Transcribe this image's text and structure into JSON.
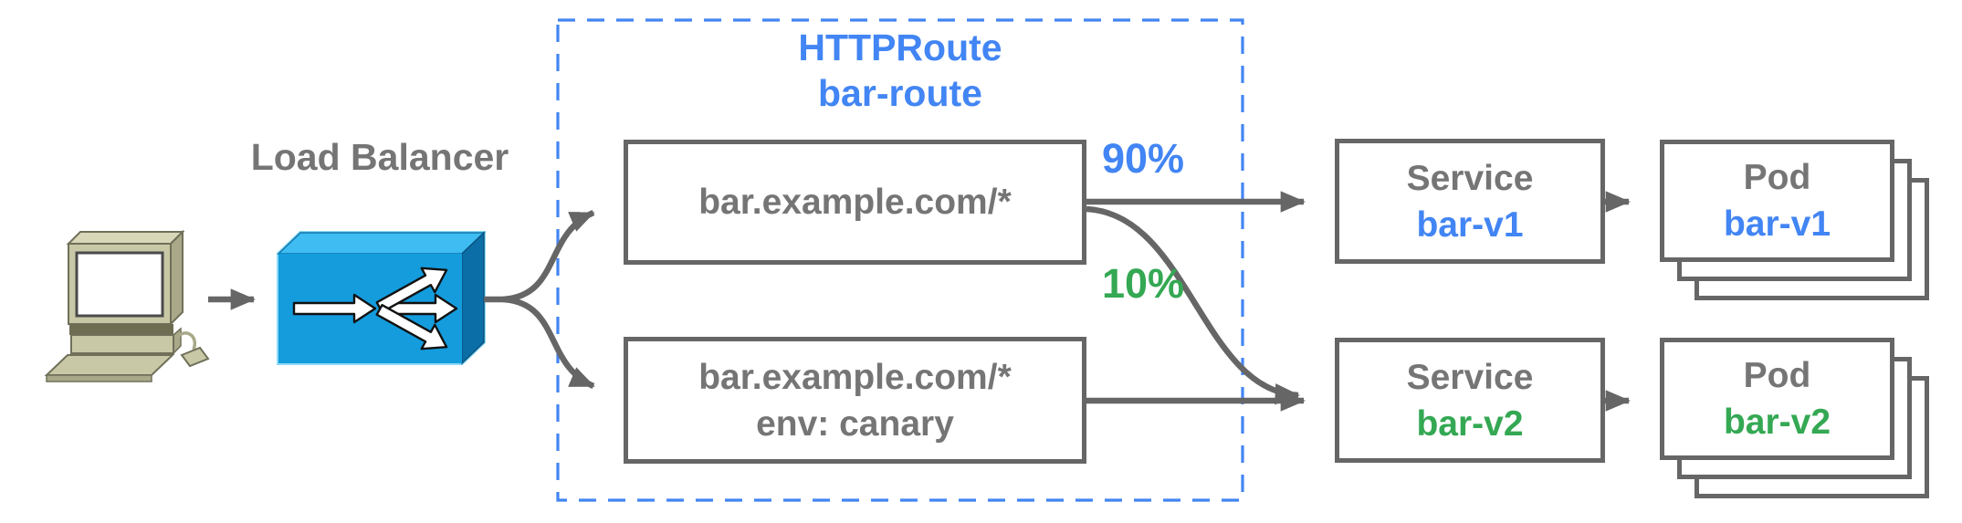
{
  "diagram": {
    "client": {
      "icon": "desktop-computer-icon"
    },
    "load_balancer": {
      "label": "Load Balancer",
      "icon": "load-balancer-fanout-icon"
    },
    "http_route": {
      "kind": "HTTPRoute",
      "name": "bar-route",
      "rules": [
        {
          "match": "bar.example.com/*",
          "weight": "90%",
          "weight_color": "#4285F4"
        },
        {
          "match": "bar.example.com/*",
          "match_label": "env: canary",
          "weight": "10%",
          "weight_color": "#34A853"
        }
      ]
    },
    "services": [
      {
        "kind": "Service",
        "name": "bar-v1",
        "name_color": "#4285F4"
      },
      {
        "kind": "Service",
        "name": "bar-v2",
        "name_color": "#34A853"
      }
    ],
    "pods": [
      {
        "kind": "Pod",
        "name": "bar-v1",
        "name_color": "#4285F4",
        "replicas_shown": 3
      },
      {
        "kind": "Pod",
        "name": "bar-v2",
        "name_color": "#34A853",
        "replicas_shown": 3
      }
    ],
    "colors": {
      "accent_blue": "#4285F4",
      "accent_green": "#34A853",
      "text_gray": "#757575",
      "line_gray": "#666666",
      "lb_front": "#149CDD",
      "lb_top": "#3FBCF1",
      "lb_side": "#0B6EA6",
      "computer_body": "#C9C8A6"
    }
  }
}
